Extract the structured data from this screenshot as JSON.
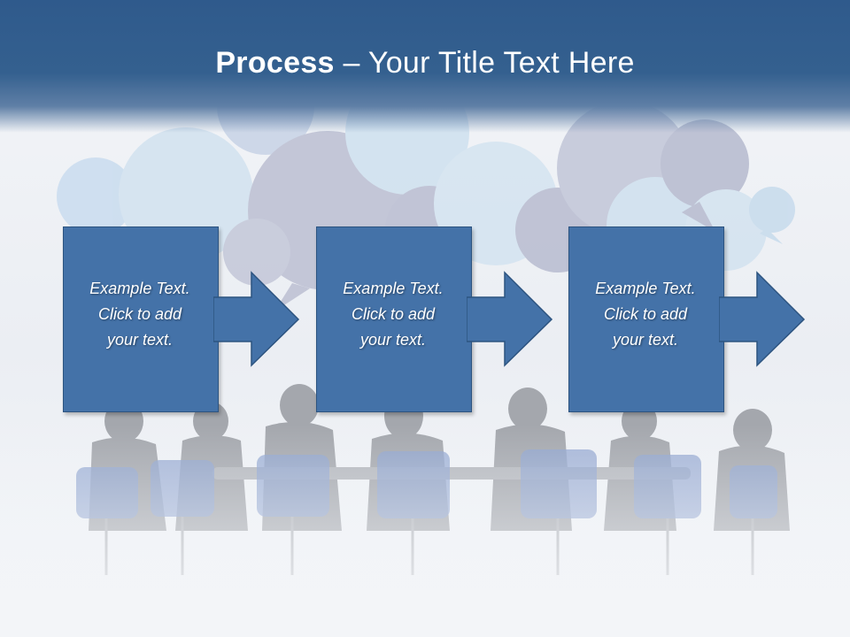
{
  "slide": {
    "title_bold": "Process",
    "title_rest": " – Your Title Text Here"
  },
  "steps": [
    {
      "line1": "Example Text.",
      "line2": "Click  to add",
      "line3": "your text."
    },
    {
      "line1": "Example Text.",
      "line2": "Click  to add",
      "line3": "your text."
    },
    {
      "line1": "Example Text.",
      "line2": "Click  to add",
      "line3": "your text."
    }
  ],
  "colors": {
    "header": "#2f5a8c",
    "box": "#4472a8",
    "box_border": "#2d5480",
    "bubbles_light": "#cfe0ef",
    "bubbles_dark": "#b9bccf",
    "silhouettes": "#a3a6ad",
    "chairs": "#8ea3cf"
  },
  "background": {
    "illustration": "speech-bubbles-and-business-meeting-silhouettes"
  }
}
